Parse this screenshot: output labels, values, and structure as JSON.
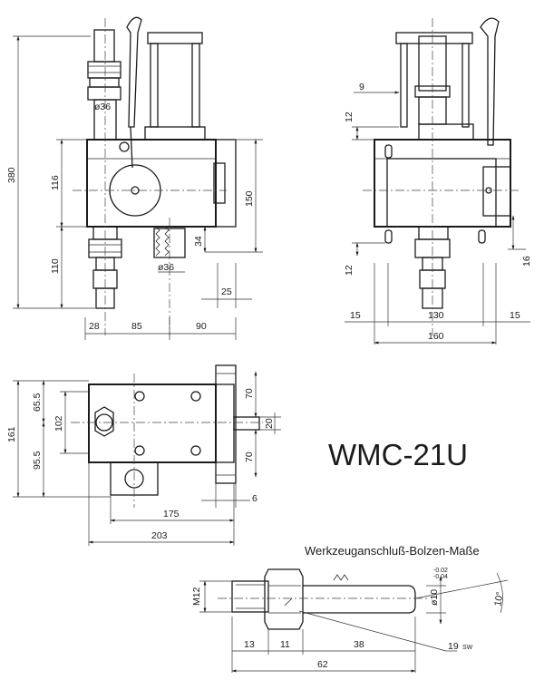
{
  "title": "WMC-21U",
  "caption": "Werkzeuganschluß-Bolzen-Maße",
  "front_view": {
    "dim_380": "380",
    "dim_116": "116",
    "dim_110": "110",
    "dim_150": "150",
    "dim_34": "34",
    "dim_25": "25",
    "dim_28": "28",
    "dim_85": "85",
    "dim_90": "90",
    "dia_36_top": "ø36",
    "dia_36_bottom": "ø36"
  },
  "side_view": {
    "dim_9": "9",
    "dim_12_top": "12",
    "dim_12_bottom": "12",
    "dim_16": "16",
    "dim_15_left": "15",
    "dim_130": "130",
    "dim_15_right": "15",
    "dim_160": "160"
  },
  "top_view": {
    "dim_161": "161",
    "dim_65_5": "65.5",
    "dim_102": "102",
    "dim_95_5": "95.5",
    "dim_70_top": "70",
    "dim_20": "20",
    "dim_70_bottom": "70",
    "dim_6": "6",
    "dim_175": "175",
    "dim_203": "203"
  },
  "bolt": {
    "thread": "M12",
    "dim_13": "13",
    "dim_11": "11",
    "dim_38": "38",
    "dim_62": "62",
    "dia_10": "ø10",
    "tol_upper": "-0.02",
    "tol_lower": "-0.04",
    "angle": "10°",
    "sw_size": "19",
    "sw_label": "SW"
  }
}
